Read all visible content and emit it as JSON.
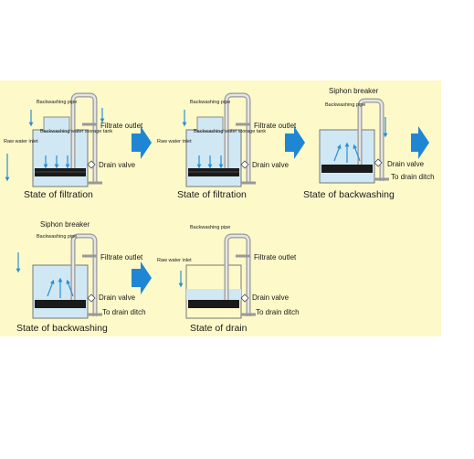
{
  "colors": {
    "background": "#fdf9c9",
    "water": "#cfe8f4",
    "flow_arrow": "#2a8fd6",
    "stage_arrow": "#1f86d4",
    "media": "#1a1a1a",
    "pipe": "#8a8a8a"
  },
  "diagrams": [
    {
      "caption": "State of filtration",
      "labels": {
        "backwashing_pipe": "Backwashing pipe",
        "raw_water_inlet": "Raw water inlet",
        "storage_tank": "Backwashing water storage tank",
        "filtrate_outlet": "Filtrate outlet",
        "drain_valve": "Drain valve"
      }
    },
    {
      "caption": "State of filtration",
      "labels": {
        "backwashing_pipe": "Backwashing pipe",
        "raw_water_inlet": "Raw water inlet",
        "storage_tank": "Backwashing water storage tank",
        "filtrate_outlet": "Filtrate outlet",
        "drain_valve": "Drain valve"
      }
    },
    {
      "caption": "State of backwashing",
      "labels": {
        "siphon_breaker": "Siphon breaker",
        "backwashing_pipe": "Backwashing pipe",
        "drain_valve": "Drain valve",
        "to_drain_ditch": "To drain ditch"
      }
    },
    {
      "caption": "State of backwashing",
      "labels": {
        "siphon_breaker": "Siphon breaker",
        "backwashing_pipe": "Backwashing pipe",
        "filtrate_outlet": "Filtrate outlet",
        "drain_valve": "Drain valve",
        "to_drain_ditch": "To drain ditch"
      }
    },
    {
      "caption": "State of drain",
      "labels": {
        "backwashing_pipe": "Backwashing pipe",
        "raw_water_inlet": "Raw water inlet",
        "filtrate_outlet": "Filtrate outlet",
        "drain_valve": "Drain valve",
        "to_drain_ditch": "To drain ditch"
      }
    }
  ]
}
